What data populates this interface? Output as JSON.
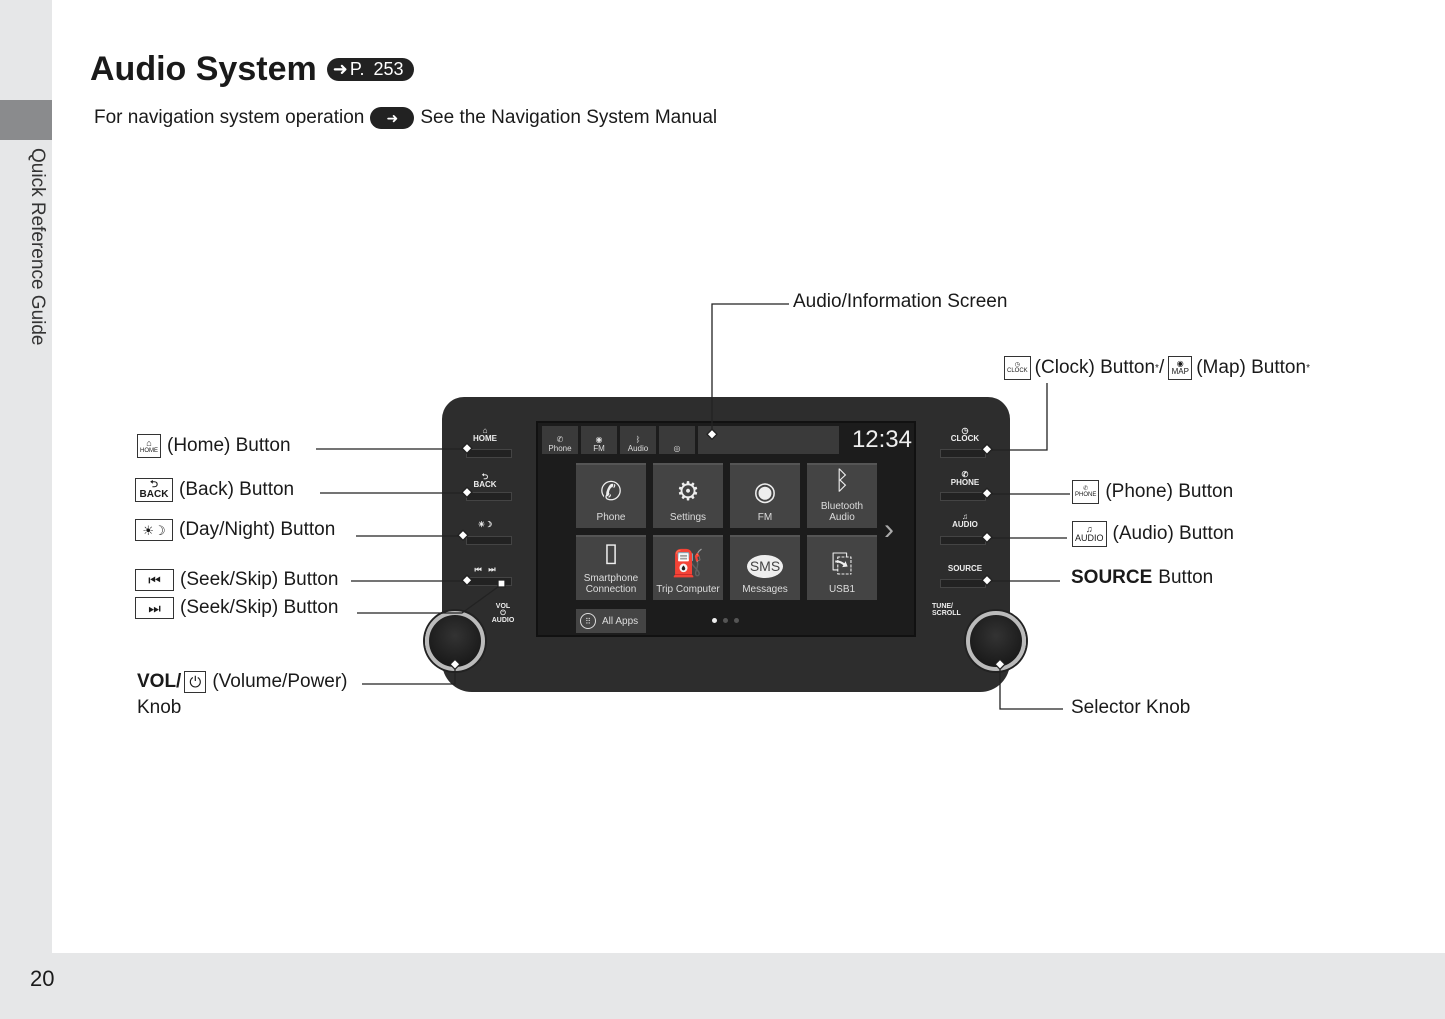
{
  "sidebar": {
    "label": "Quick Reference Guide"
  },
  "page_number": "20",
  "header": {
    "title": "Audio System",
    "ref_prefix": "P.",
    "ref_page": "253",
    "subtitle_left": "For navigation system operation",
    "subtitle_right": "See the Navigation System Manual"
  },
  "callouts": {
    "home": {
      "icon_text": "HOME",
      "label": "(Home) Button"
    },
    "back": {
      "icon_text": "BACK",
      "label": "(Back) Button"
    },
    "daynight": {
      "label": "(Day/Night) Button"
    },
    "seek_back": {
      "label": "(Seek/Skip) Button"
    },
    "seek_fwd": {
      "label": "(Seek/Skip) Button"
    },
    "vol": {
      "bold": "VOL/",
      "label": "(Volume/Power)",
      "line2": "Knob"
    },
    "screen": {
      "label": "Audio/Information Screen"
    },
    "clock": {
      "icon_text": "CLOCK",
      "label": "(Clock) Button",
      "star": "*",
      "sep": "/",
      "map_icon_text": "MAP",
      "map_label": "(Map) Button",
      "star2": "*"
    },
    "phone": {
      "icon_text": "PHONE",
      "label": "(Phone) Button"
    },
    "audio": {
      "icon_text": "AUDIO",
      "label": "(Audio) Button"
    },
    "source": {
      "bold": "SOURCE",
      "label": "Button"
    },
    "selector": {
      "label": "Selector Knob"
    }
  },
  "device": {
    "left_buttons": [
      "HOME",
      "BACK"
    ],
    "vol_label": "VOL",
    "vol_sub": "AUDIO",
    "right_buttons": [
      "CLOCK",
      "PHONE",
      "AUDIO",
      "SOURCE"
    ],
    "tune_label": "TUNE/ SCROLL",
    "screen": {
      "topbar": [
        "Phone",
        "FM",
        "Audio"
      ],
      "clock": "12:34",
      "tiles": [
        {
          "label": "Phone",
          "icon": "✆"
        },
        {
          "label": "Settings",
          "icon": "⚙"
        },
        {
          "label": "FM",
          "icon": "◉"
        },
        {
          "label": "Bluetooth Audio",
          "icon": "ᛒ"
        },
        {
          "label": "Smartphone Connection",
          "icon": "▯"
        },
        {
          "label": "Trip Computer",
          "icon": "⛽"
        },
        {
          "label": "Messages",
          "icon": "SMS"
        },
        {
          "label": "USB1",
          "icon": "⎘"
        }
      ],
      "all_apps": "All Apps"
    }
  }
}
